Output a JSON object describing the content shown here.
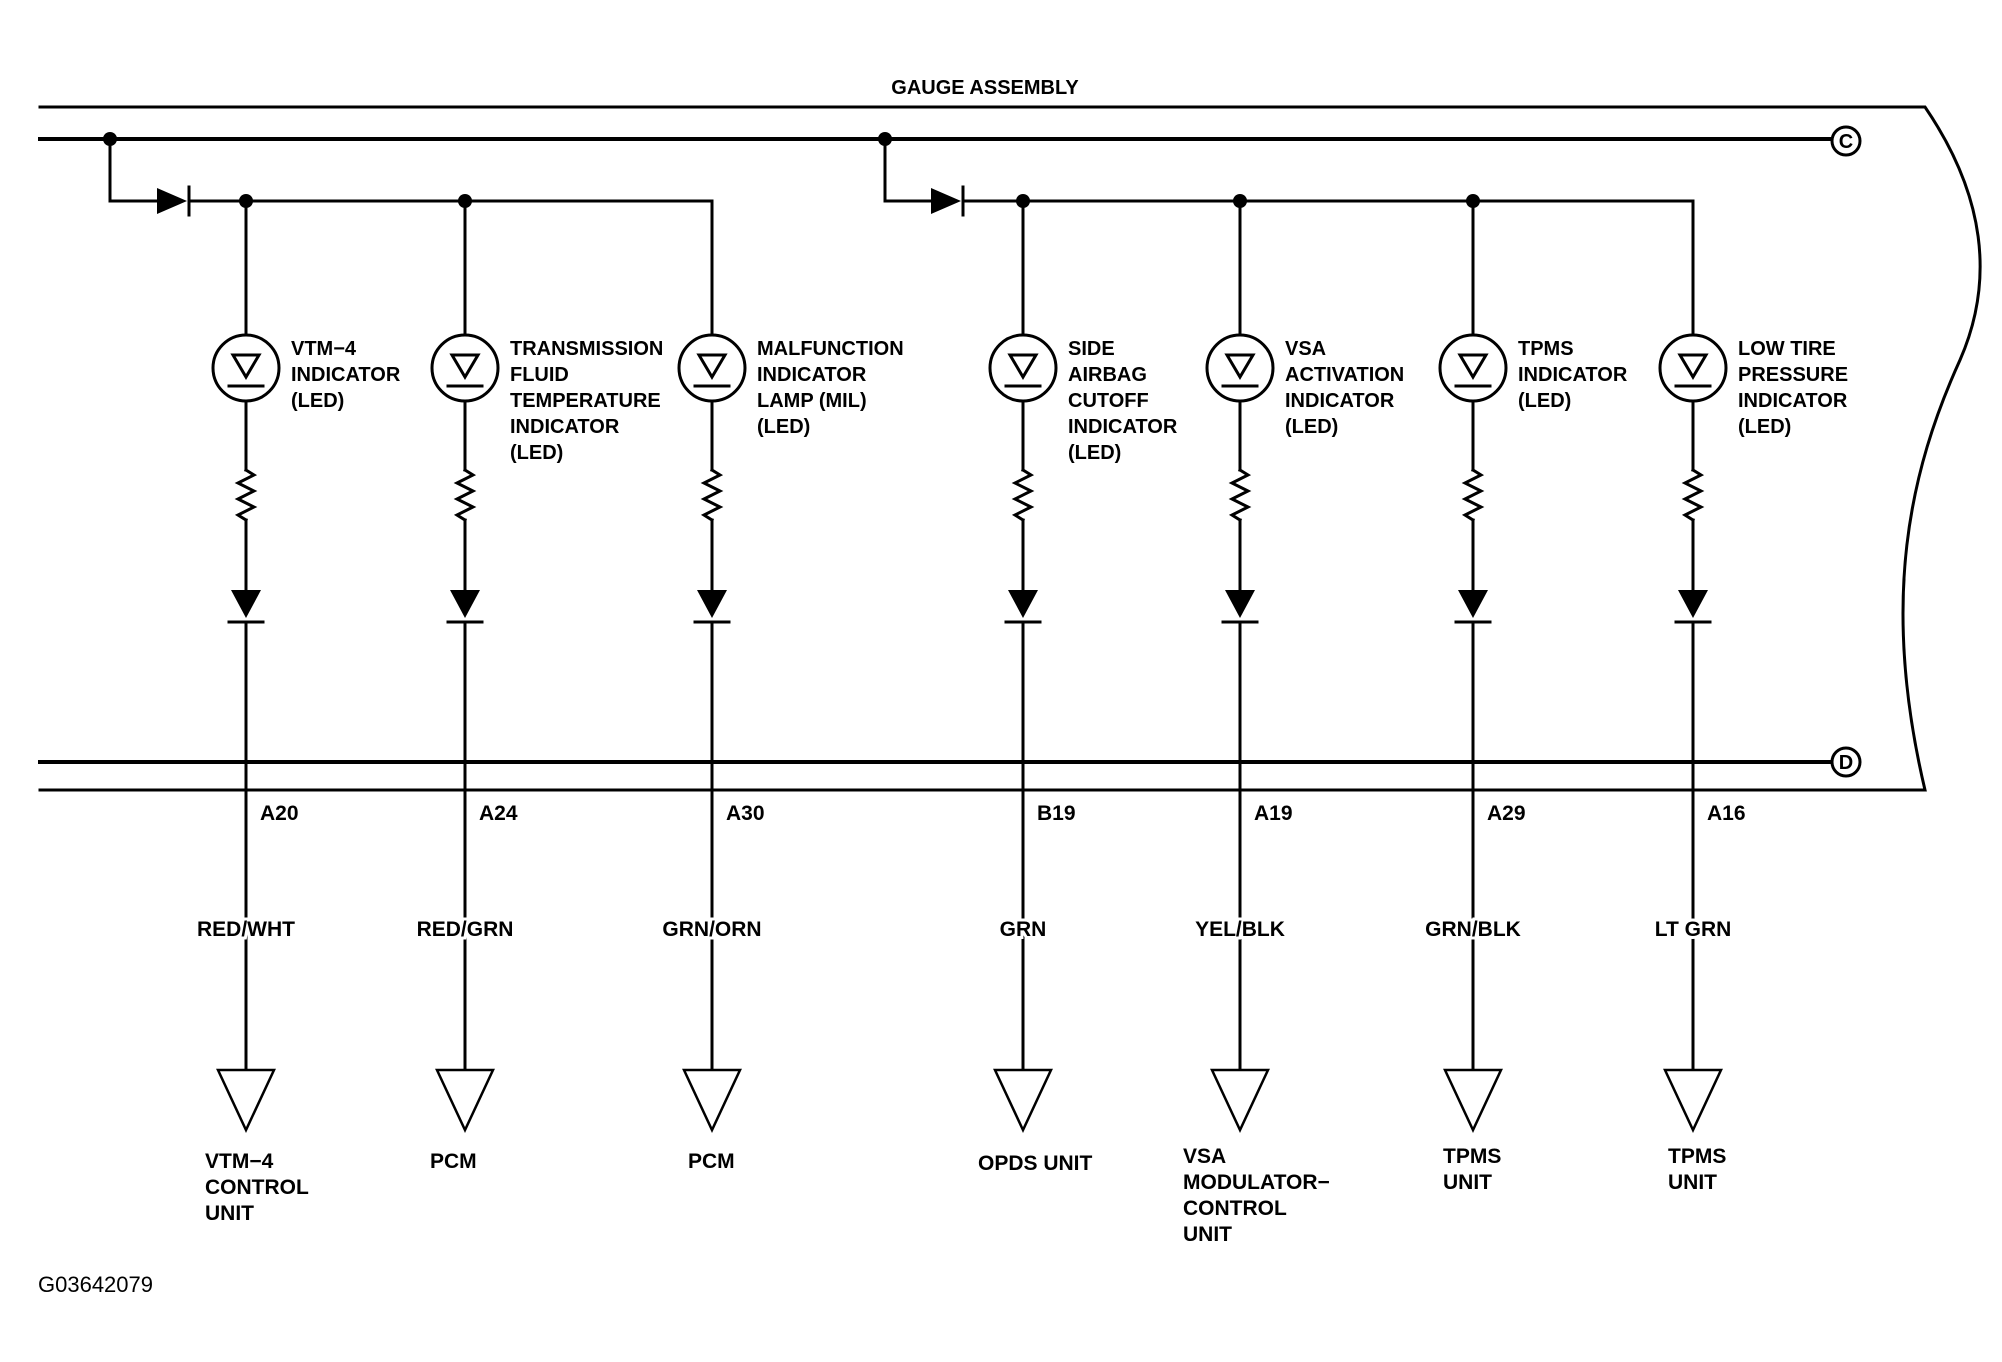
{
  "title": "GAUGE ASSEMBLY",
  "terminals": {
    "top": "C",
    "bottom": "D"
  },
  "figure_code": "G03642079",
  "indicators": [
    {
      "label": [
        "VTM−4",
        "INDICATOR",
        "(LED)"
      ],
      "pin": "A20",
      "wire": "RED/WHT",
      "destination": [
        "VTM−4",
        "CONTROL",
        "UNIT"
      ]
    },
    {
      "label": [
        "TRANSMISSION",
        "FLUID",
        "TEMPERATURE",
        "INDICATOR",
        "(LED)"
      ],
      "pin": "A24",
      "wire": "RED/GRN",
      "destination": [
        "PCM"
      ]
    },
    {
      "label": [
        "MALFUNCTION",
        "INDICATOR",
        "LAMP (MIL)",
        "(LED)"
      ],
      "pin": "A30",
      "wire": "GRN/ORN",
      "destination": [
        "PCM"
      ]
    },
    {
      "label": [
        "SIDE",
        "AIRBAG",
        "CUTOFF",
        "INDICATOR",
        "(LED)"
      ],
      "pin": "B19",
      "wire": "GRN",
      "destination": [
        "OPDS UNIT"
      ]
    },
    {
      "label": [
        "VSA",
        "ACTIVATION",
        "INDICATOR",
        "(LED)"
      ],
      "pin": "A19",
      "wire": "YEL/BLK",
      "destination": [
        "VSA",
        "MODULATOR−",
        "CONTROL",
        "UNIT"
      ]
    },
    {
      "label": [
        "TPMS",
        "INDICATOR",
        "(LED)"
      ],
      "pin": "A29",
      "wire": "GRN/BLK",
      "destination": [
        "TPMS",
        "UNIT"
      ]
    },
    {
      "label": [
        "LOW TIRE",
        "PRESSURE",
        "INDICATOR",
        "(LED)"
      ],
      "pin": "A16",
      "wire": "LT GRN",
      "destination": [
        "TPMS",
        "UNIT"
      ]
    }
  ]
}
